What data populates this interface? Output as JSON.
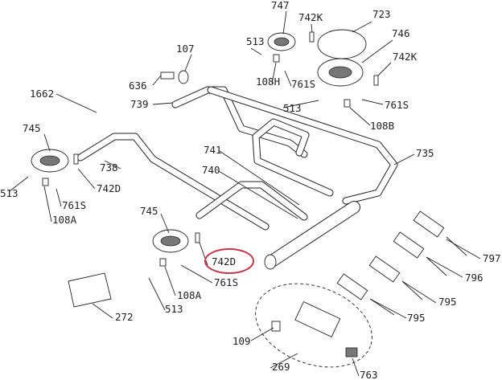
{
  "title": "Gas hob burner and valve assembly exploded parts diagram",
  "labels": [
    "747",
    "742K",
    "723",
    "513",
    "746",
    "107",
    "742K",
    "636",
    "108H",
    "761S",
    "513",
    "761S",
    "739",
    "108B",
    "1662",
    "745",
    "741",
    "735",
    "738",
    "740",
    "742D",
    "513",
    "761S",
    "108A",
    "745",
    "797",
    "742D",
    "796",
    "108A",
    "761S",
    "513",
    "795",
    "272",
    "795",
    "109",
    "269",
    "763"
  ],
  "highlight": {
    "label_index": 26,
    "color": "#c0394a"
  }
}
